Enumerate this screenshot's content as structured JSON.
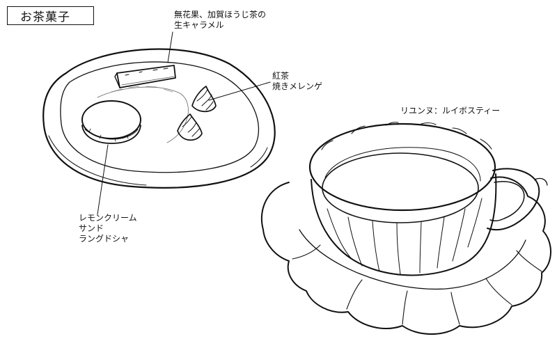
{
  "title": "お茶菓子",
  "labels": {
    "caramel": {
      "line1": "無花果、加賀ほうじ茶の",
      "line2": "生キャラメル"
    },
    "meringue": {
      "line1": "紅茶",
      "line2": "焼きメレンゲ"
    },
    "tea": {
      "line1": "リユンヌ：ルイボスティー"
    },
    "langue": {
      "line1": "レモンクリーム",
      "line2": "サンド",
      "line3": "ラングドシャ"
    }
  },
  "colors": {
    "ink": "#111111",
    "background": "#ffffff"
  }
}
